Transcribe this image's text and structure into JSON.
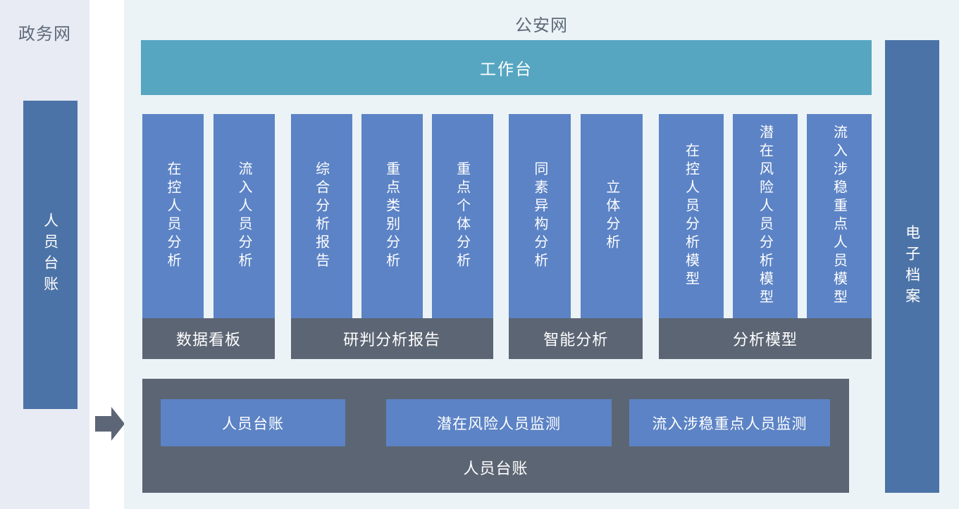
{
  "left_panel": {
    "title": "政务网",
    "bar_label": "人员台账"
  },
  "main_panel": {
    "title": "公安网",
    "workbench_label": "工作台",
    "archive_bar_label": "电子档案",
    "groups": [
      {
        "label": "数据看板",
        "bars": [
          "在控人员分析",
          "流入人员分析"
        ]
      },
      {
        "label": "研判分析报告",
        "bars": [
          "综合分析报告",
          "重点类别分析",
          "重点个体分析"
        ]
      },
      {
        "label": "智能分析",
        "bars": [
          "同素异构分析",
          "立体分析"
        ]
      },
      {
        "label": "分析模型",
        "bars": [
          "在控人员分析模型",
          "潜在风险人员分析模型",
          "流入涉稳重点人员模型"
        ]
      }
    ],
    "bottom_panel": {
      "label": "人员台账",
      "buttons": [
        "人员台账",
        "潜在风险人员监测",
        "流入涉稳重点人员监测"
      ]
    }
  },
  "icons": {
    "connector": "right-arrow-icon"
  },
  "colors": {
    "left_panel_bg": "#e8ebf4",
    "main_panel_bg": "#ebf3f7",
    "workbench_teal": "#56a6c1",
    "module_blue": "#5c83c5",
    "side_bar_blue": "#4c73a7",
    "dark_slate": "#5c6573",
    "title_text": "#5f6a79",
    "bar_text": "#ffffff"
  }
}
